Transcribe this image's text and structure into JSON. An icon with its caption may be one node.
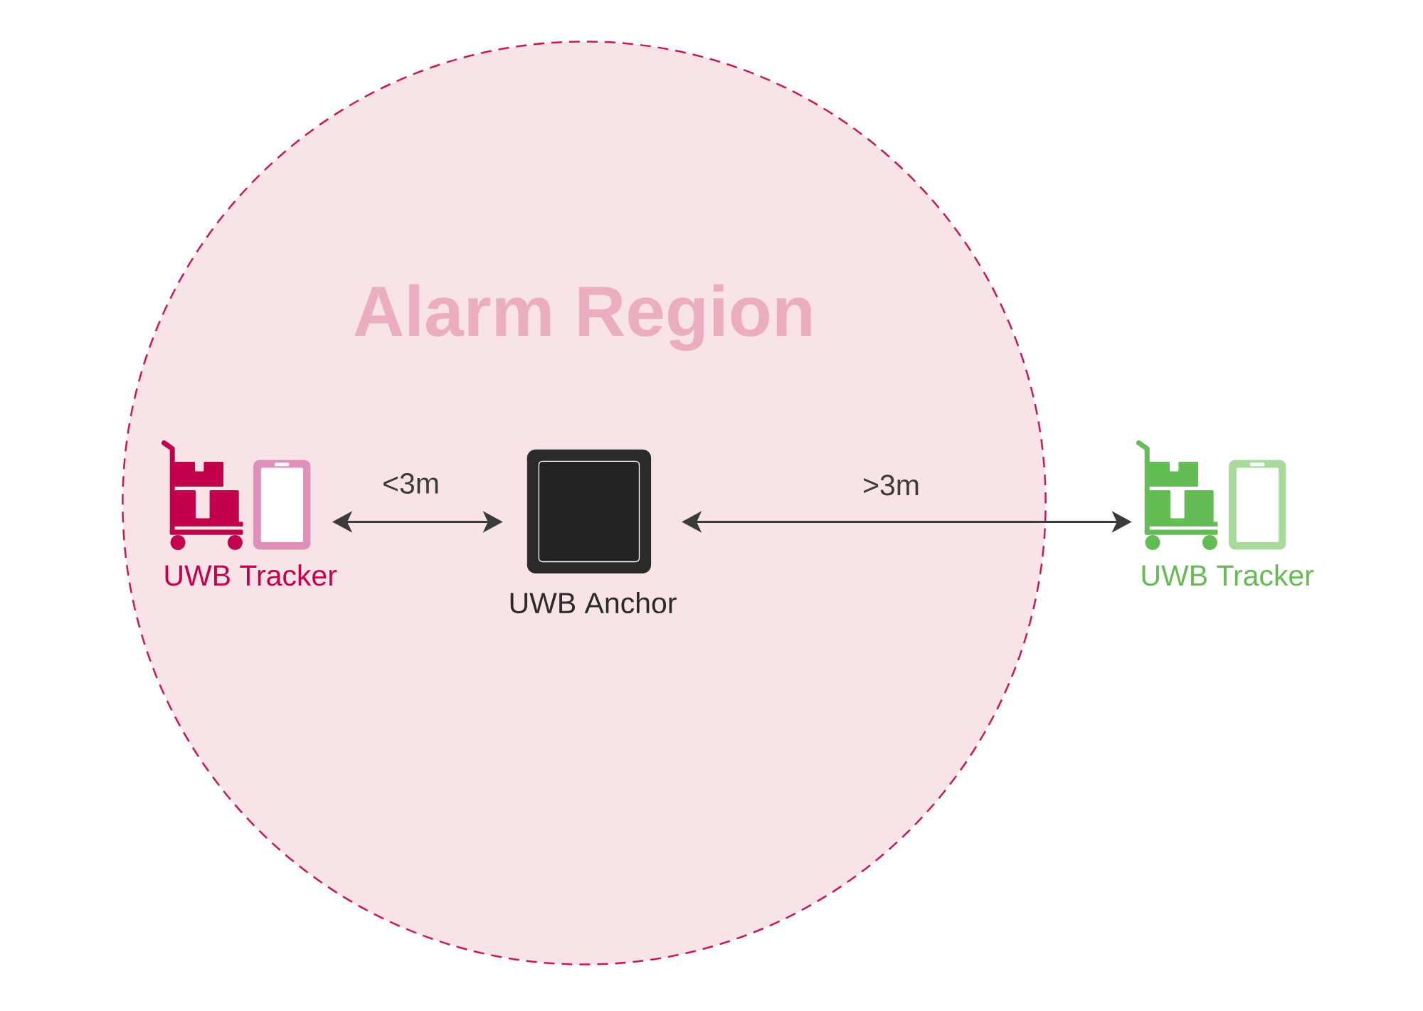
{
  "diagram": {
    "nodes": [
      {
        "text": [
          "Alarm Region"
        ]
      },
      {
        "text": [
          "UWB Tracker"
        ],
        "in": 0
      },
      {
        "text": [
          "UWB Anchor"
        ],
        "in": 0
      },
      {
        "text": [
          "UWB Tracker"
        ]
      }
    ],
    "edges": [
      {
        "from": 1,
        "to": 2,
        "arrow": "both",
        "label": "<3m"
      },
      {
        "from": 2,
        "to": 3,
        "arrow": "both",
        "label": ">3m"
      }
    ]
  }
}
